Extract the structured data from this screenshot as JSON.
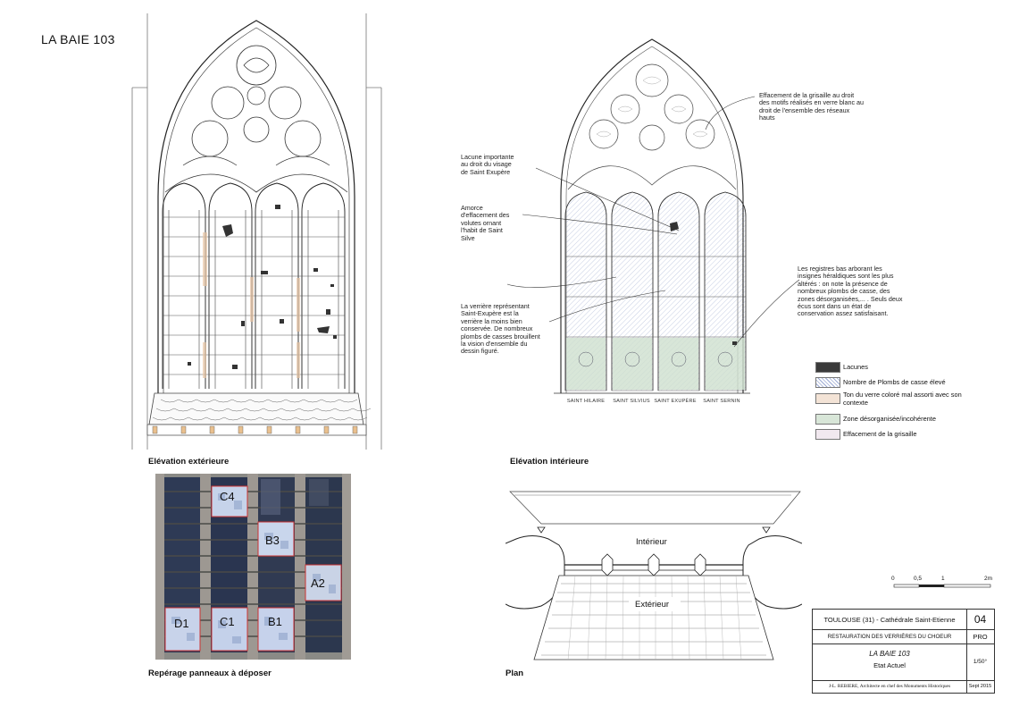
{
  "sheet_title": "LA BAIE 103",
  "captions": {
    "exterior": "Elévation extérieure",
    "interior": "Elévation intérieure",
    "photo": "Repérage panneaux à déposer",
    "plan": "Plan"
  },
  "annotations": {
    "lacune_visage": "Lacune importante\nau droit du visage\nde Saint Exupère",
    "amorce": "Amorce\nd'effacement des\nvolutes ornant\nl'habit de Saint\nSilve",
    "verriere": "La verrière représentant\nSaint-Exupère est la\nverrière la moins bien\nconservée. De nombreux\nplombs de casses brouillent\nla vision d'ensemble du\ndessin figuré.",
    "effacement_grisaille": "Effacement de la grisaille au droit\ndes motifs réalisés en verre blanc au\ndroit de l'ensemble des réseaux\nhauts",
    "registres_bas": "Les registres bas arborant les\ninsignes héraldiques sont les plus\naltérés : on note la présence de\nnombreux plombs de casse, des\nzones désorganisées,... . Seuls deux\nécus sont dans un état de\nconservation assez satisfaisant."
  },
  "lancet_labels": [
    "SAINT HILAIRE",
    "SAINT SILVIUS",
    "SAINT EXUPÈRE",
    "SAINT SERNIN"
  ],
  "legend": [
    {
      "label": "Lacunes",
      "color": "#3a3a3a"
    },
    {
      "label": "Nombre de Plombs de casse élevé",
      "color": "#dde6f3"
    },
    {
      "label": "Ton du verre coloré mal assorti avec son\ncontexte",
      "color": "#f3e3d6"
    },
    {
      "label": "Zone désorganisée/incohérente",
      "color": "#d8e6d8"
    },
    {
      "label": "Effacement de la grisaille",
      "color": "#f1e8ef"
    }
  ],
  "photo_panels": [
    "C4",
    "B3",
    "A2",
    "D1",
    "C1",
    "B1"
  ],
  "plan_labels": {
    "interieur": "Intérieur",
    "exterieur": "Extérieur"
  },
  "scale_bar": [
    "0",
    "0,5",
    "1",
    "2m"
  ],
  "title_block": {
    "location": "TOULOUSE (31) - Cathédrale Saint-Etienne",
    "sheet_number": "04",
    "project": "RESTAURATION DES VERRIÈRES DU CHOEUR",
    "phase": "PRO",
    "subject": "LA BAIE 103",
    "subject_sub": "Etat Actuel",
    "scale": "1/50°",
    "architect": "J-L. REBIERE, Architecte en chef des Monuments Historiques",
    "date": "Sept 2015"
  }
}
